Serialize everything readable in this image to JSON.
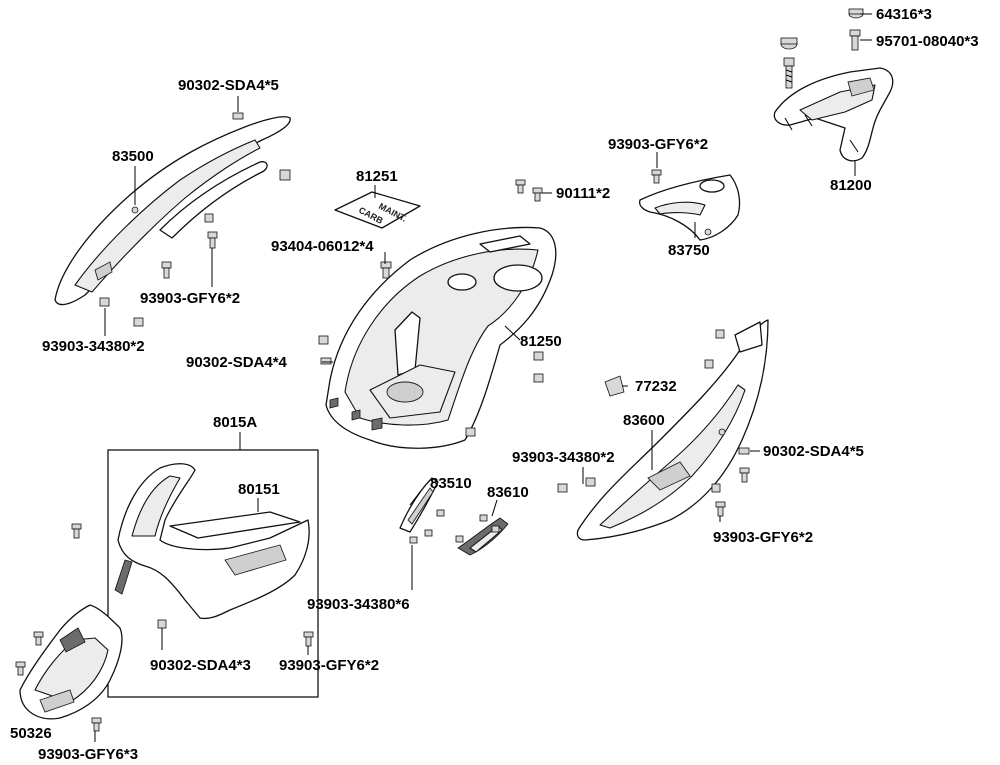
{
  "labels": {
    "l_64316": "64316*3",
    "l_95701": "95701-08040*3",
    "l_90302_top": "90302-SDA4*5",
    "l_83500": "83500",
    "l_81251": "81251",
    "l_93903_gfy6_2_top": "93903-GFY6*2",
    "l_90111": "90111*2",
    "l_81200": "81200",
    "l_93404": "93404-06012*4",
    "l_83750": "83750",
    "l_93903_gfy6_2_left": "93903-GFY6*2",
    "l_93903_34380_2_left": "93903-34380*2",
    "l_81250": "81250",
    "l_90302_sda4_4": "90302-SDA4*4",
    "l_77232": "77232",
    "l_8015A": "8015A",
    "l_83600": "83600",
    "l_90302_sda4_5_right": "90302-SDA4*5",
    "l_93903_34380_2_mid": "93903-34380*2",
    "l_83510": "83510",
    "l_83610": "83610",
    "l_80151": "80151",
    "l_93903_gfy6_2_right": "93903-GFY6*2",
    "l_93903_34380_6": "93903-34380*6",
    "l_90302_sda4_3": "90302-SDA4*3",
    "l_93903_gfy6_2_bottom": "93903-GFY6*2",
    "l_50326": "50326",
    "l_93903_gfy6_3": "93903-GFY6*3",
    "cover_text_1": "CARB",
    "cover_text_2": "MAINT."
  }
}
